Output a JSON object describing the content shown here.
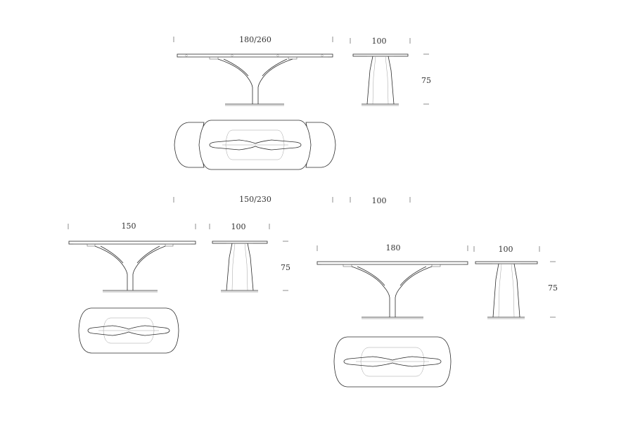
{
  "colors": {
    "line": "#2b2b2b",
    "background": "#ffffff"
  },
  "table_large": {
    "length_label": "180/260",
    "depth_label": "100",
    "height_label": "75"
  },
  "dim_row_mid": {
    "length_label": "150/230",
    "depth_label": "100"
  },
  "table_small": {
    "length_label": "150",
    "depth_label": "100",
    "height_label": "75"
  },
  "table_medium": {
    "length_label": "180",
    "depth_label": "100",
    "height_label": "75"
  }
}
